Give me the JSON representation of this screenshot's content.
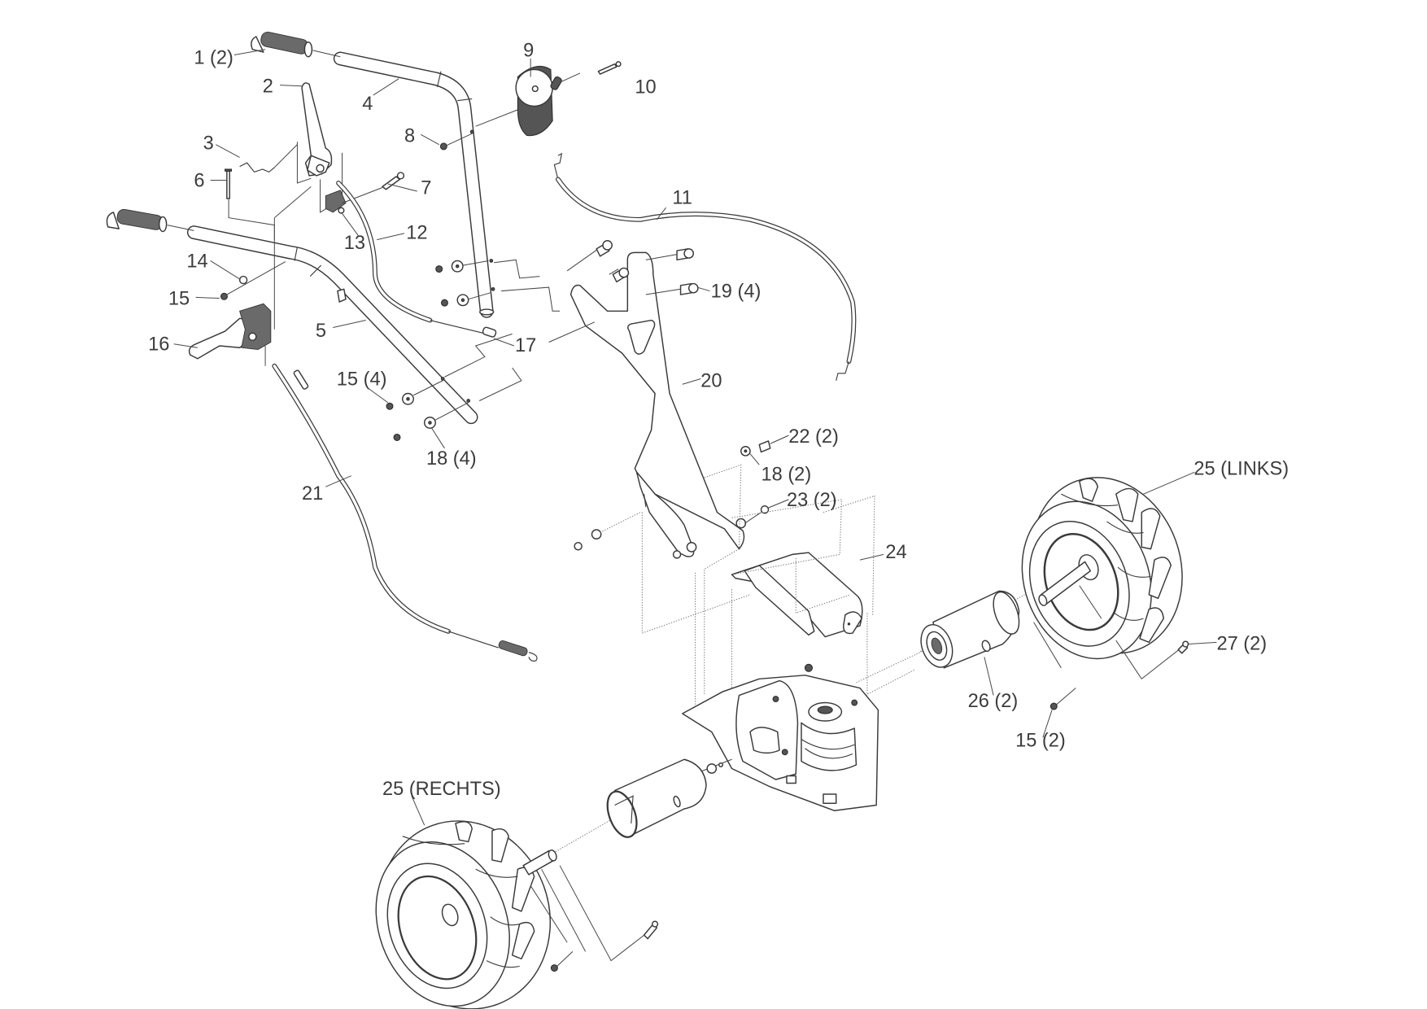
{
  "diagram": {
    "type": "exploded parts diagram",
    "subject": "tiller handlebar, control cables and drive wheels assembly",
    "callouts": [
      {
        "id": "1",
        "text": "1 (2)",
        "part": "handle grip"
      },
      {
        "id": "2",
        "text": "2",
        "part": "lever"
      },
      {
        "id": "3",
        "text": "3",
        "part": "spring/link rod"
      },
      {
        "id": "4",
        "text": "4",
        "part": "upper handlebar"
      },
      {
        "id": "5",
        "text": "5",
        "part": "lower handlebar"
      },
      {
        "id": "6",
        "text": "6",
        "part": "pin"
      },
      {
        "id": "7",
        "text": "7",
        "part": "bolt"
      },
      {
        "id": "8",
        "text": "8",
        "part": "nut"
      },
      {
        "id": "9",
        "text": "9",
        "part": "shift knob"
      },
      {
        "id": "10",
        "text": "10",
        "part": "screw"
      },
      {
        "id": "11",
        "text": "11",
        "part": "shift rod cable"
      },
      {
        "id": "12",
        "text": "12",
        "part": "control cable"
      },
      {
        "id": "13",
        "text": "13",
        "part": "lever bracket"
      },
      {
        "id": "14",
        "text": "14",
        "part": "washer"
      },
      {
        "id": "15",
        "text": "15",
        "part": "nut"
      },
      {
        "id": "16",
        "text": "16",
        "part": "drive control lever"
      },
      {
        "id": "17",
        "text": "17",
        "part": "cable connector"
      },
      {
        "id": "15-4",
        "text": "15 (4)",
        "part": "nut"
      },
      {
        "id": "18-4",
        "text": "18 (4)",
        "part": "washer"
      },
      {
        "id": "19-4",
        "text": "19 (4)",
        "part": "bolt"
      },
      {
        "id": "20",
        "text": "20",
        "part": "handle mount frame"
      },
      {
        "id": "21",
        "text": "21",
        "part": "drive cable with spring"
      },
      {
        "id": "22-2",
        "text": "22 (2)",
        "part": "bolt"
      },
      {
        "id": "18-2",
        "text": "18 (2)",
        "part": "washer"
      },
      {
        "id": "23-2",
        "text": "23 (2)",
        "part": "nut"
      },
      {
        "id": "24",
        "text": "24",
        "part": "belt cover"
      },
      {
        "id": "25-links",
        "text": "25 (LINKS)",
        "part": "left wheel"
      },
      {
        "id": "26-2",
        "text": "26 (2)",
        "part": "wheel hub adapter"
      },
      {
        "id": "27-2",
        "text": "27 (2)",
        "part": "bolt"
      },
      {
        "id": "15-2",
        "text": "15 (2)",
        "part": "nut"
      },
      {
        "id": "25-rechts",
        "text": "25 (RECHTS)",
        "part": "right wheel"
      }
    ]
  },
  "colors": {
    "background": "#ffffff",
    "linework": "#3a3a3a",
    "label_text": "#3c3c3c"
  }
}
